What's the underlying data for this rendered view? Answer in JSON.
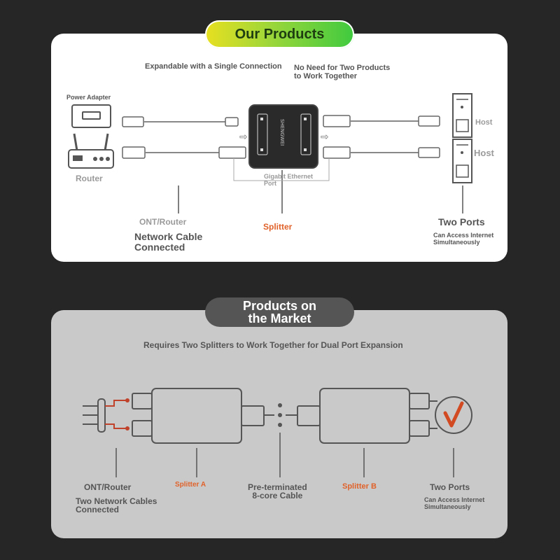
{
  "top": {
    "badge": "Our Products",
    "subtitle_left": "Expandable with a Single Connection",
    "subtitle_right": "No Need for Two Products\nto Work Together",
    "power_adapter": "Power Adapter",
    "router": "Router",
    "gigabit_port": "Gigabit Ethernet\nPort",
    "host_1": "Host",
    "host_2": "Host",
    "ont_router": "ONT/Router",
    "network_cable": "Network Cable\nConnected",
    "splitter": "Splitter",
    "two_ports": "Two Ports",
    "internet_note": "Can Access Internet\nSimultaneously",
    "device_brand": "SHENGWEI"
  },
  "bottom": {
    "badge": "Products on\nthe Market",
    "subtitle": "Requires Two Splitters to Work Together for Dual Port Expansion",
    "ont_router": "ONT/Router",
    "two_cables": "Two Network Cables\nConnected",
    "splitter_a": "Splitter A",
    "pre_terminated": "Pre-terminated\n8-core Cable",
    "splitter_b": "Splitter B",
    "two_ports": "Two Ports",
    "internet_note": "Can Access Internet\nSimultaneously"
  },
  "colors": {
    "accent_orange": "#e0622a",
    "badge_green_start": "#e8e020",
    "badge_green_end": "#3fca3f",
    "check_red": "#d24a22"
  }
}
